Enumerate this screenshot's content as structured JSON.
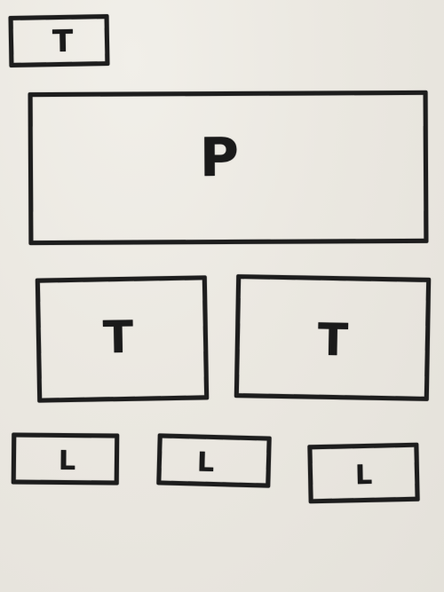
{
  "sketch": {
    "title_box": {
      "glyph": "T"
    },
    "paragraph_box": {
      "glyph": "P"
    },
    "cards": [
      {
        "glyph": "T"
      },
      {
        "glyph": "T"
      }
    ],
    "links": [
      {
        "glyph": "L"
      },
      {
        "glyph": "L"
      },
      {
        "glyph": "L"
      }
    ]
  }
}
